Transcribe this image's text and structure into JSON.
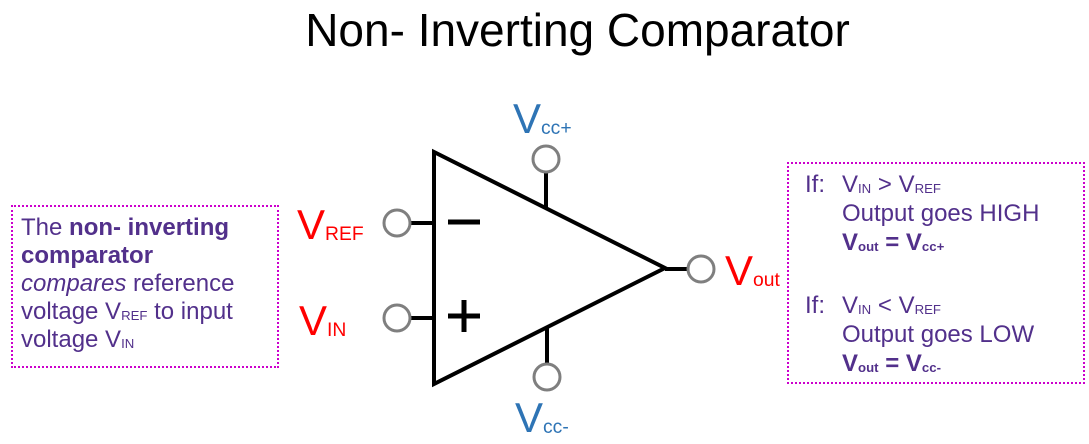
{
  "title": "Non- Inverting Comparator",
  "colors": {
    "text_purple": "#52308B",
    "border_magenta": "#CC00CC",
    "signal_red": "#FF0000",
    "supply_blue": "#2E74B5",
    "wire_black": "#000000",
    "terminal_gray": "#7F7F7F"
  },
  "labels": {
    "vref": {
      "main": "V",
      "sub": "REF"
    },
    "vin": {
      "main": "V",
      "sub": "IN"
    },
    "vcc_plus": {
      "main": "V",
      "sub": "cc+"
    },
    "vcc_minus": {
      "main": "V",
      "sub": "cc-"
    },
    "vout": {
      "main": "V",
      "sub": "out"
    }
  },
  "opamp": {
    "inverting_input_symbol": "−",
    "noninverting_input_symbol": "+"
  },
  "description_box": {
    "l1_regular": "The ",
    "l1_bold": "non- inverting",
    "l2_bold": "comparator",
    "l3_italic": "compares",
    "l3_regular": " reference",
    "l4_pre": "voltage V",
    "l4_sub": "REF",
    "l4_post": " to input",
    "l5_pre": "voltage V",
    "l5_sub": "IN"
  },
  "behavior_box": {
    "case_high": {
      "if_label": "If:",
      "v1": "V",
      "v1_sub": "IN",
      "op": " > ",
      "v2": "V",
      "v2_sub": "REF",
      "result": "Output goes HIGH",
      "eq_v1": "V",
      "eq_v1_sub": "out",
      "eq_op": " = ",
      "eq_v2": "V",
      "eq_v2_sub": "cc+"
    },
    "case_low": {
      "if_label": "If:",
      "v1": "V",
      "v1_sub": "IN",
      "op": " < ",
      "v2": "V",
      "v2_sub": "REF",
      "result": "Output goes LOW",
      "eq_v1": "V",
      "eq_v1_sub": "out",
      "eq_op": " = ",
      "eq_v2": "V",
      "eq_v2_sub": "cc-"
    }
  }
}
